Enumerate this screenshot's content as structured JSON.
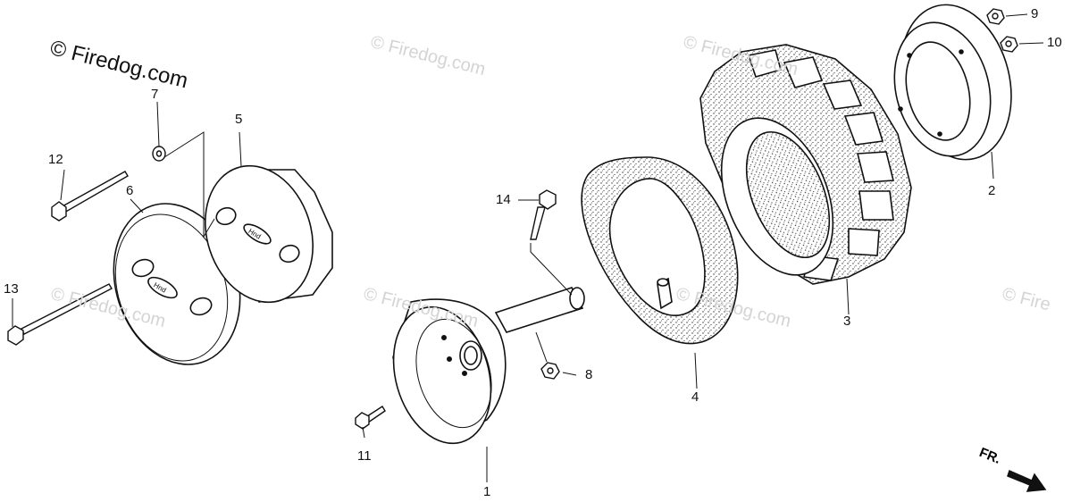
{
  "watermark": {
    "main": "© Firedog.com",
    "faint": [
      "© Firedog.com",
      "© Firedog.com",
      "© Firedog.com",
      "© Firedog.com",
      "© Firedog.com",
      "© Fire"
    ]
  },
  "direction": {
    "label": "FR."
  },
  "callouts": {
    "c1": "1",
    "c2": "2",
    "c3": "3",
    "c4": "4",
    "c5": "5",
    "c6": "6",
    "c7": "7",
    "c8": "8",
    "c9": "9",
    "c10": "10",
    "c11": "11",
    "c12": "12",
    "c13": "13",
    "c14": "14"
  },
  "parts": {
    "p1": "wheel-hub-rim",
    "p2": "rim-ring",
    "p3": "lug-tire",
    "p4": "inner-tube",
    "p5": "wheel-cap-inner",
    "p6": "wheel-cap-outer",
    "p7": "washer",
    "p8": "nut",
    "p9": "nut",
    "p10": "nut",
    "p11": "bolt",
    "p12": "bolt",
    "p13": "bolt",
    "p14": "bolt"
  }
}
